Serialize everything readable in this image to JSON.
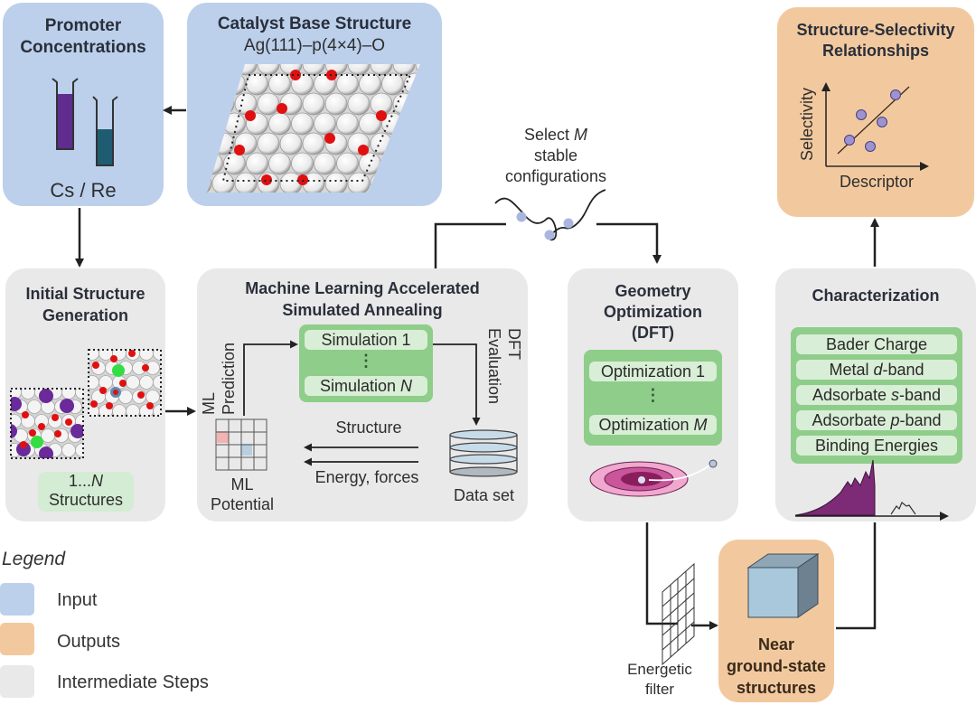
{
  "panels": {
    "promoter": {
      "title_l1": "Promoter",
      "title_l2": "Concentrations",
      "label": "Cs / Re"
    },
    "catalyst": {
      "title": "Catalyst Base Structure",
      "subtitle": "Ag(111)–p(4×4)–O"
    },
    "initial": {
      "title_l1": "Initial Structure",
      "title_l2": "Generation",
      "badge_l1": "1...N",
      "badge_l2": "Structures"
    },
    "mlsa": {
      "title_l1": "Machine Learning Accelerated",
      "title_l2": "Simulated Annealing",
      "sim_first": "Simulation 1",
      "sim_last": "Simulation N",
      "ellipsis": "⋮",
      "ml_prediction_l1": "ML",
      "ml_prediction_l2": "Prediction",
      "dft_eval_l1": "DFT",
      "dft_eval_l2": "Evaluation",
      "structure": "Structure",
      "energy_forces": "Energy, forces",
      "ml_potential_l1": "ML",
      "ml_potential_l2": "Potential",
      "dataset": "Data set"
    },
    "geometry": {
      "title_l1": "Geometry",
      "title_l2": "Optimization",
      "title_l3": "(DFT)",
      "opt_first": "Optimization 1",
      "opt_last": "Optimization M",
      "ellipsis": "⋮"
    },
    "characterization": {
      "title": "Characterization",
      "items": [
        "Bader Charge",
        "Metal d-band",
        "Adsorbate s-band",
        "Adsorbate p-band",
        "Binding Energies"
      ]
    },
    "ssr": {
      "title_l1": "Structure-Selectivity",
      "title_l2": "Relationships",
      "ylabel": "Selectivity",
      "xlabel": "Descriptor"
    },
    "ground": {
      "l1": "Near",
      "l2": "ground-state",
      "l3": "structures"
    }
  },
  "select": {
    "l1": "Select M",
    "l2": "stable",
    "l3": "configurations"
  },
  "filter": {
    "l1": "Energetic",
    "l2": "filter"
  },
  "legend": {
    "title": "Legend",
    "items": [
      {
        "label": "Input",
        "color": "#bcd0ec"
      },
      {
        "label": "Outputs",
        "color": "#f2c99f"
      },
      {
        "label": "Intermediate Steps",
        "color": "#e9e9e9"
      }
    ]
  },
  "colors": {
    "input": "#bcd0ec",
    "output": "#f2c99f",
    "intermediate": "#e9e9e9",
    "green": "#8fcd8a",
    "oxygen": "#e01010",
    "cesium": "#6a2a9a"
  }
}
